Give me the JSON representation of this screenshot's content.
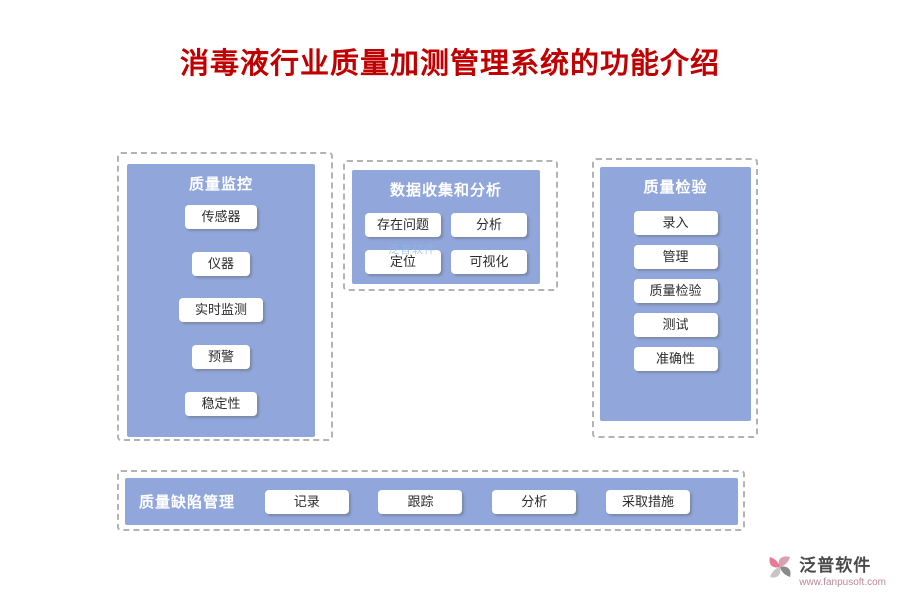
{
  "title": "消毒液行业质量加测管理系统的功能介绍",
  "watermark": "泛普软件",
  "colors": {
    "panel_blue": "#91A7DB",
    "title_red": "#C00000"
  },
  "panels": {
    "monitoring": {
      "title": "质量监控",
      "items": [
        "传感器",
        "仪器",
        "实时监测",
        "预警",
        "稳定性"
      ]
    },
    "data": {
      "title": "数据收集和分析",
      "items": [
        "存在问题",
        "分析",
        "定位",
        "可视化"
      ]
    },
    "inspection": {
      "title": "质量检验",
      "items": [
        "录入",
        "管理",
        "质量检验",
        "测试",
        "准确性"
      ]
    },
    "defect": {
      "title": "质量缺陷管理",
      "items": [
        "记录",
        "跟踪",
        "分析",
        "采取措施"
      ]
    }
  },
  "logo": {
    "name": "泛普软件",
    "url": "www.fanpusoft.com"
  }
}
